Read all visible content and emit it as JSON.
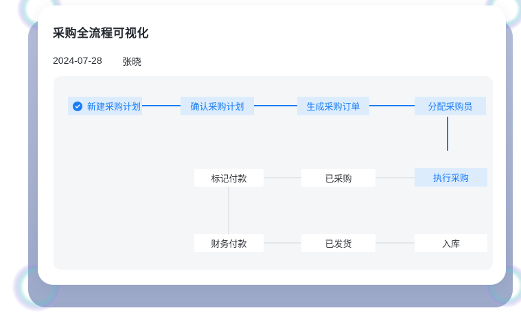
{
  "card": {
    "title": "采购全流程可视化",
    "date": "2024-07-28",
    "user": "张晓"
  },
  "flow": {
    "top_row": [
      {
        "label": "新建采购计划",
        "state": "done",
        "icon": "check-circle-icon"
      },
      {
        "label": "确认采购计划",
        "state": "active"
      },
      {
        "label": "生成采购订单",
        "state": "active"
      },
      {
        "label": "分配采购员",
        "state": "active"
      }
    ],
    "middle_row": [
      {
        "label": "标记付款",
        "state": "pending"
      },
      {
        "label": "已采购",
        "state": "pending"
      },
      {
        "label": "执行采购",
        "state": "active"
      }
    ],
    "bottom_row": [
      {
        "label": "财务付款",
        "state": "pending"
      },
      {
        "label": "已发货",
        "state": "pending"
      },
      {
        "label": "入库",
        "state": "pending"
      }
    ]
  },
  "colors": {
    "accent_blue": "#1b7df5",
    "active_node_bg": "#dcecfd",
    "panel_bg": "#f4f6f8",
    "back_card": "#a6b1cf",
    "gray_connector": "#e4e6ea",
    "text_dark": "#303338"
  }
}
